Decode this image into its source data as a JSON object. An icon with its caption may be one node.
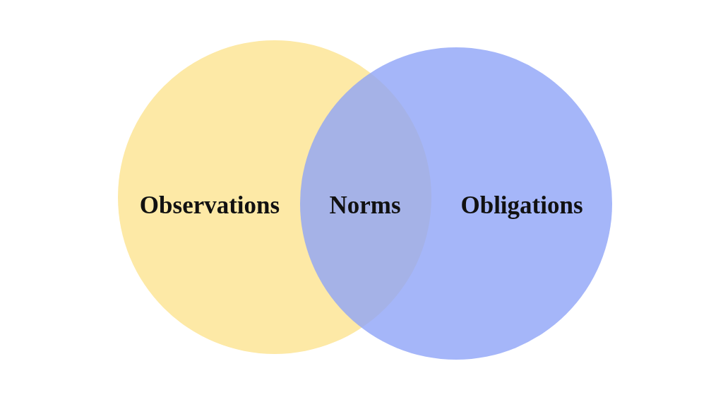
{
  "diagram": {
    "nodes": [
      {
        "text": [
          "Observations"
        ]
      },
      {
        "text": [
          "Obligations"
        ]
      },
      {
        "text": [
          "Norms"
        ]
      }
    ]
  }
}
